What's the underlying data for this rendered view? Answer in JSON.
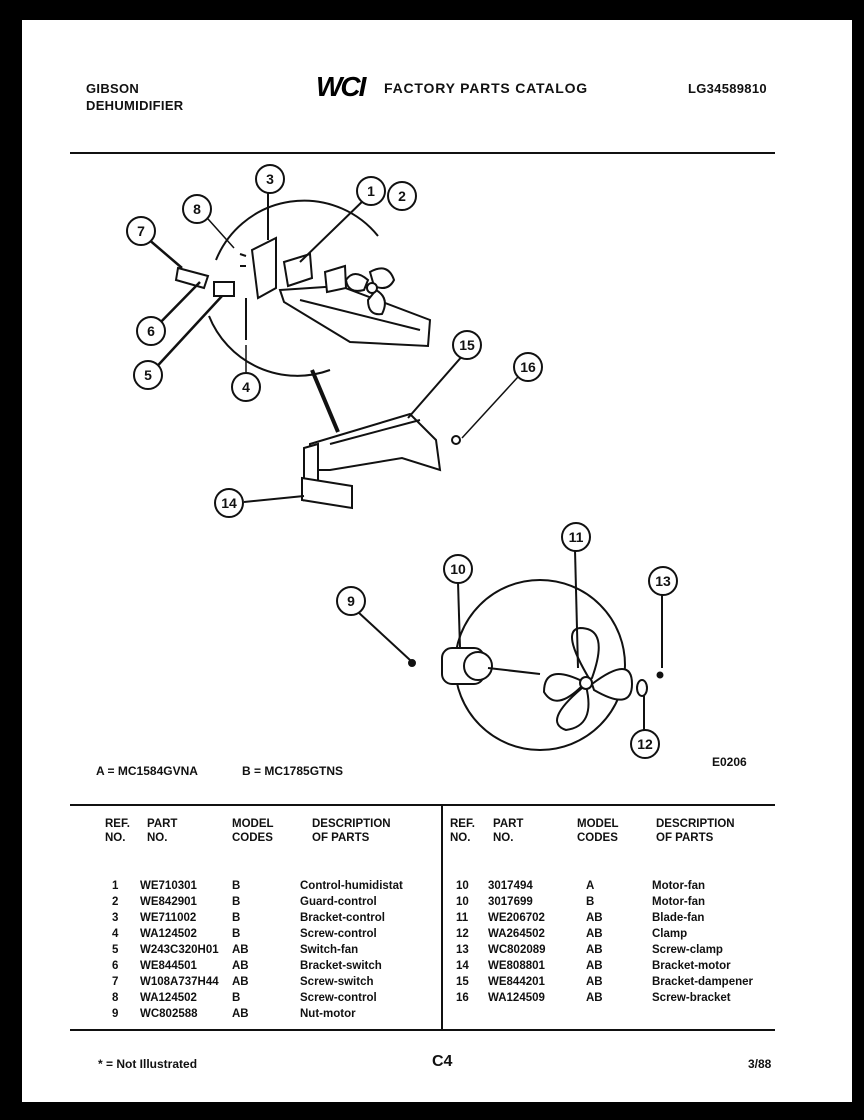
{
  "header": {
    "brand": "GIBSON",
    "product": "DEHUMIDIFIER",
    "logo_text": "WCI",
    "catalog_title": "FACTORY PARTS CATALOG",
    "catalog_number": "LG34589810"
  },
  "diagram": {
    "callouts": [
      "1",
      "2",
      "3",
      "4",
      "5",
      "6",
      "7",
      "8",
      "9",
      "10",
      "11",
      "12",
      "13",
      "14",
      "15",
      "16"
    ],
    "drawing_code": "E0206"
  },
  "models": {
    "a": "A = MC1584GVNA",
    "b": "B = MC1785GTNS"
  },
  "table": {
    "headers": {
      "ref": [
        "REF.",
        "NO."
      ],
      "part": [
        "PART",
        "NO."
      ],
      "model": [
        "MODEL",
        "CODES"
      ],
      "desc": [
        "DESCRIPTION",
        "OF PARTS"
      ]
    },
    "left_rows": [
      {
        "ref": "1",
        "part": "WE710301",
        "model": "B",
        "desc": "Control-humidistat"
      },
      {
        "ref": "2",
        "part": "WE842901",
        "model": "B",
        "desc": "Guard-control"
      },
      {
        "ref": "3",
        "part": "WE711002",
        "model": "B",
        "desc": "Bracket-control"
      },
      {
        "ref": "4",
        "part": "WA124502",
        "model": "B",
        "desc": "Screw-control"
      },
      {
        "ref": "5",
        "part": "W243C320H01",
        "model": "AB",
        "desc": "Switch-fan"
      },
      {
        "ref": "6",
        "part": "WE844501",
        "model": "AB",
        "desc": "Bracket-switch"
      },
      {
        "ref": "7",
        "part": "W108A737H44",
        "model": "AB",
        "desc": "Screw-switch"
      },
      {
        "ref": "8",
        "part": "WA124502",
        "model": "B",
        "desc": "Screw-control"
      },
      {
        "ref": "9",
        "part": "WC802588",
        "model": "AB",
        "desc": "Nut-motor"
      }
    ],
    "right_rows": [
      {
        "ref": "10",
        "part": "3017494",
        "model": "A",
        "desc": "Motor-fan"
      },
      {
        "ref": "10",
        "part": "3017699",
        "model": "B",
        "desc": "Motor-fan"
      },
      {
        "ref": "11",
        "part": "WE206702",
        "model": "AB",
        "desc": "Blade-fan"
      },
      {
        "ref": "12",
        "part": "WA264502",
        "model": "AB",
        "desc": "Clamp"
      },
      {
        "ref": "13",
        "part": "WC802089",
        "model": "AB",
        "desc": "Screw-clamp"
      },
      {
        "ref": "14",
        "part": "WE808801",
        "model": "AB",
        "desc": "Bracket-motor"
      },
      {
        "ref": "15",
        "part": "WE844201",
        "model": "AB",
        "desc": "Bracket-dampener"
      },
      {
        "ref": "16",
        "part": "WA124509",
        "model": "AB",
        "desc": "Screw-bracket"
      }
    ]
  },
  "footer": {
    "note": "* = Not Illustrated",
    "page": "C4",
    "date": "3/88"
  }
}
